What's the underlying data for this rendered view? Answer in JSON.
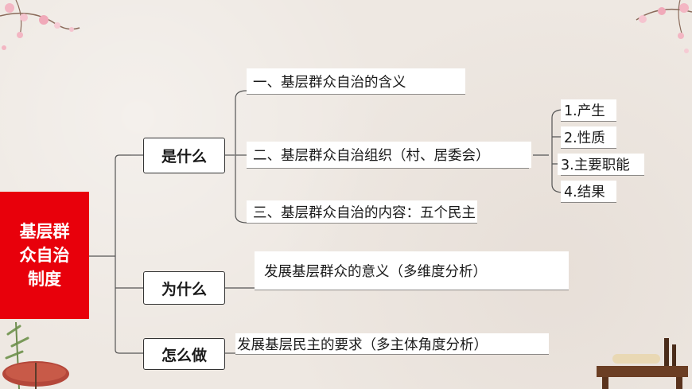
{
  "root": {
    "lines": [
      "基层群",
      "众自治",
      "制度"
    ]
  },
  "branches": [
    {
      "label": "是什么",
      "children": [
        {
          "label": "一、基层群众自治的含义"
        },
        {
          "label": "二、基层群众自治组织（村、居委会）",
          "children": [
            "1.产生",
            "2.性质",
            "3.主要职能",
            "4.结果"
          ]
        },
        {
          "label": "三、基层群众自治的内容：五个民主"
        }
      ]
    },
    {
      "label": "为什么",
      "children": [
        {
          "label": "发展基层群众的意义（多维度分析）"
        }
      ]
    },
    {
      "label": "怎么做",
      "children": [
        {
          "label": "发展基层民主的要求（多主体角度分析）"
        }
      ]
    }
  ],
  "colors": {
    "root_bg": "#e8000b",
    "line": "#555555",
    "background": "#eee8e2"
  }
}
